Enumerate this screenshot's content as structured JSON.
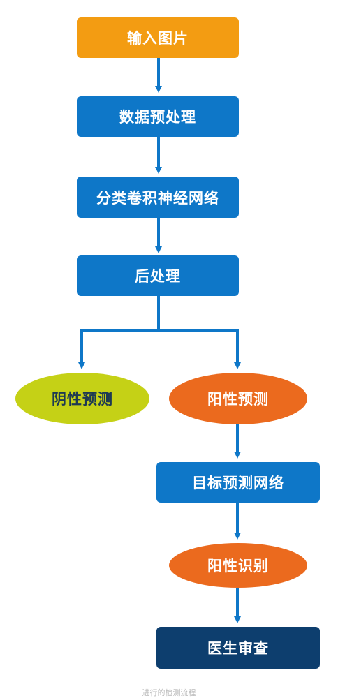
{
  "nodes": {
    "input": {
      "label": "输入图片"
    },
    "preprocess": {
      "label": "数据预处理"
    },
    "cnn": {
      "label": "分类卷积神经网络"
    },
    "postprocess": {
      "label": "后处理"
    },
    "negative": {
      "label": "阴性预测"
    },
    "positive": {
      "label": "阳性预测"
    },
    "detector": {
      "label": "目标预测网络"
    },
    "recognize": {
      "label": "阳性识别"
    },
    "review": {
      "label": "医生审查"
    }
  },
  "colors": {
    "orange_box": "#F39C12",
    "blue_box": "#0E77C8",
    "navy_box": "#0D3E6E",
    "green_oval": "#C5D116",
    "green_oval_text": "#1E3A52",
    "orange_oval": "#EB6A1E",
    "arrow": "#0E77C8"
  },
  "caption": "进行的检测流程"
}
